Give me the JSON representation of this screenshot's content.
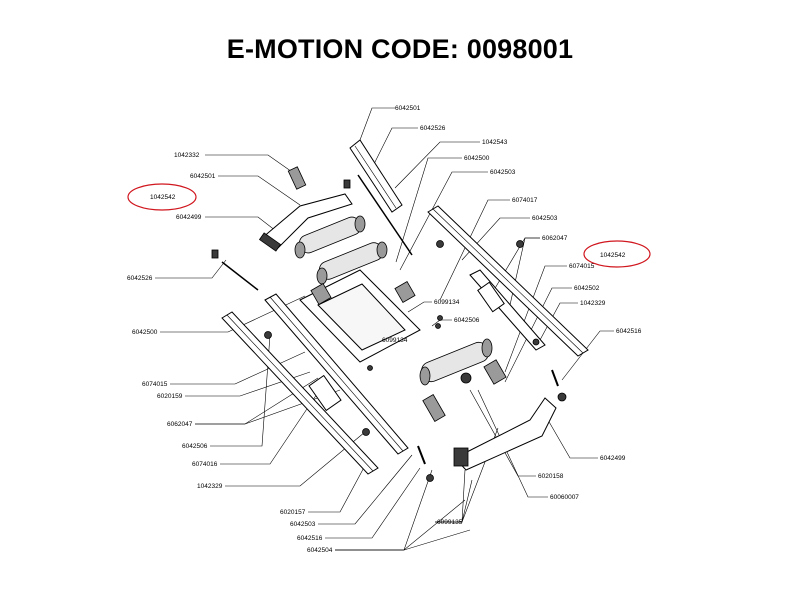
{
  "title": "E-MOTION CODE: 0098001",
  "colors": {
    "highlight": "#d0161e",
    "ink": "#000000"
  },
  "part_labels": [
    "6042501",
    "6042526",
    "1042543",
    "6042500",
    "6042503",
    "1042332",
    "6042501",
    "1042542",
    "6042499",
    "6074017",
    "6042503",
    "6062047",
    "1042542",
    "6074015",
    "6042526",
    "6042502",
    "6099134",
    "1042329",
    "6042506",
    "6042516",
    "6042500",
    "6099134",
    "6074015",
    "6020159",
    "6062047",
    "6042506",
    "6074016",
    "1042329",
    "6042499",
    "6020158",
    "60060007",
    "6020157",
    "6042503",
    "6042516",
    "6099135",
    "6042504"
  ]
}
